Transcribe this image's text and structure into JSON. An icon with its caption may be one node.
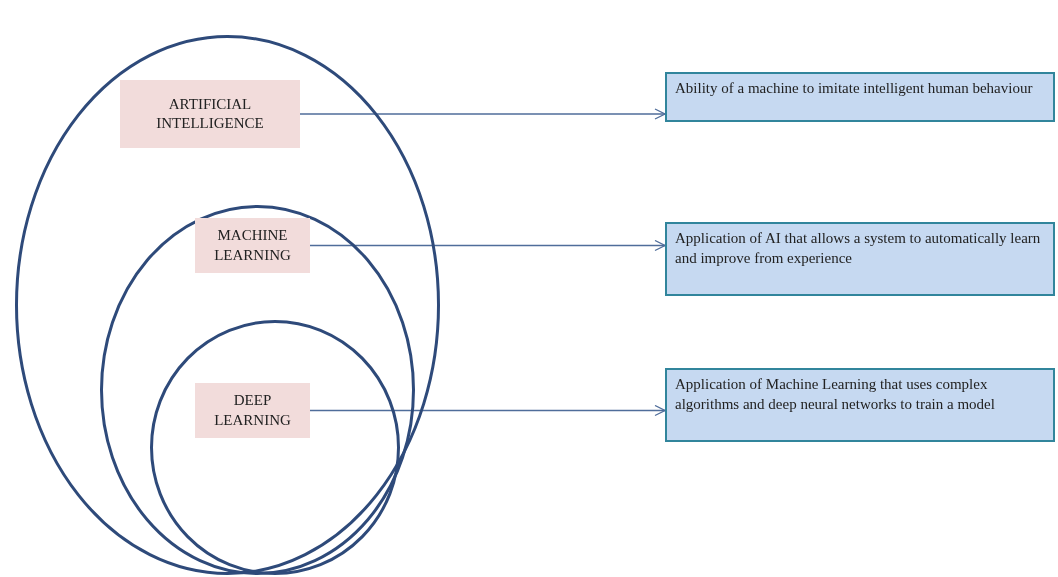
{
  "diagram": {
    "nodes": [
      {
        "text": [],
        "shape": "circle"
      },
      {
        "text": [
          "ARTIFICIAL INTELLIGENCE"
        ],
        "in": 0
      },
      {
        "text": [],
        "shape": "circle",
        "in": 0
      },
      {
        "text": [
          "MACHINE LEARNING"
        ],
        "in": 2
      },
      {
        "text": [],
        "shape": "circle",
        "in": 2
      },
      {
        "text": [
          "DEEP LEARNING"
        ],
        "in": 4
      },
      {
        "text": [
          "Ability of a machine to imitate intelligent human behaviour"
        ]
      },
      {
        "text": [
          "Application of AI that allows a system to automatically learn and improve from experience"
        ]
      },
      {
        "text": [
          "Application of Machine Learning that uses complex algorithms and deep neural networks to train a model"
        ]
      }
    ],
    "edges": [
      {
        "from": 1,
        "to": 6,
        "arrow": "to"
      },
      {
        "from": 3,
        "to": 7,
        "arrow": "to"
      },
      {
        "from": 5,
        "to": 8,
        "arrow": "to"
      }
    ]
  }
}
